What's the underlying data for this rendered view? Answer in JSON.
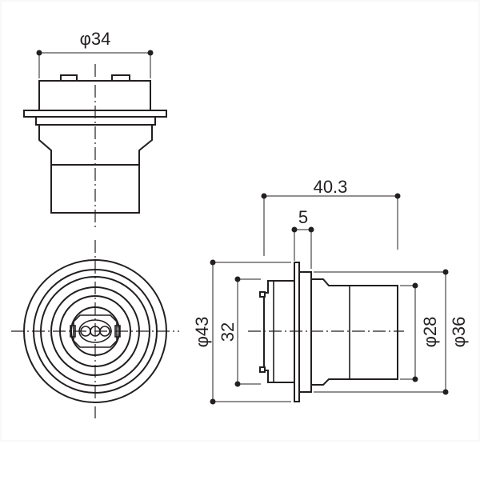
{
  "drawing": {
    "top_view": {
      "width_label": "φ34"
    },
    "side_view": {
      "length_label": "40.3",
      "flange_label": "5",
      "flange_diameter_label": "φ43",
      "rear_body_label": "32",
      "front_tube_label": "φ28",
      "front_outer_label": "φ36"
    }
  }
}
